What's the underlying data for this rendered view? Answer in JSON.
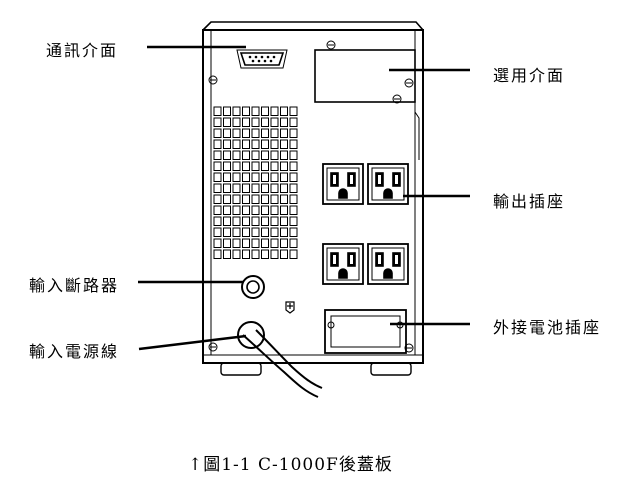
{
  "labels": {
    "comm_interface": "通訊介面",
    "input_breaker": "輸入斷路器",
    "input_power_cord": "輸入電源線",
    "optional_interface": "選用介面",
    "output_socket": "輸出插座",
    "external_battery_socket": "外接電池插座"
  },
  "caption": "↑圖1-1 C-1000F後蓋板"
}
